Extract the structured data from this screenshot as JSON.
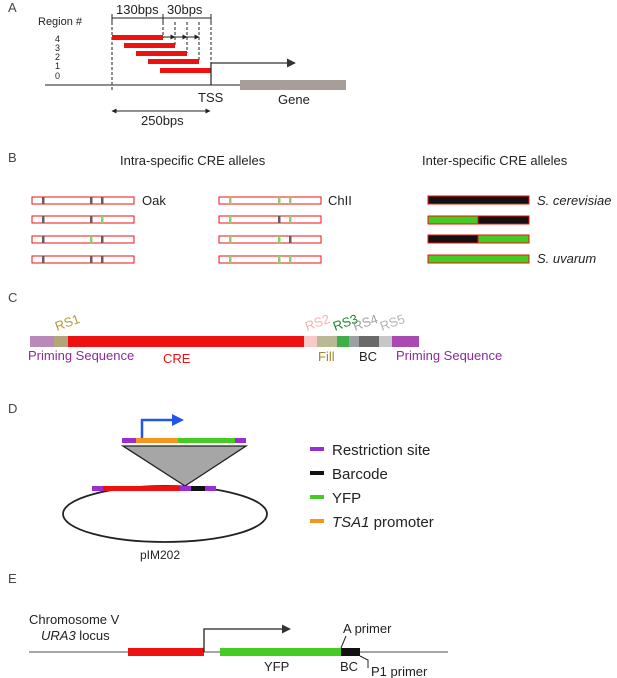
{
  "panels": {
    "a": {
      "letter": "A",
      "region_header": "Region #",
      "regions": [
        "4",
        "3",
        "2",
        "1",
        "0"
      ],
      "len_130": "130bps",
      "len_30": "30bps",
      "len_250": "250bps",
      "tss": "TSS",
      "gene": "Gene"
    },
    "b": {
      "letter": "B",
      "intra_title": "Intra-specific CRE alleles",
      "inter_title": "Inter-specific CRE alleles",
      "oak": "Oak",
      "chii": "ChII",
      "s_cerevisiae": "S. cerevisiae",
      "s_uvarum": "S. uvarum"
    },
    "c": {
      "letter": "C",
      "rs1": "RS1",
      "rs2": "RS2",
      "rs3": "RS3",
      "rs4": "RS4",
      "rs5": "RS5",
      "priming_left": "Priming Sequence",
      "cre": "CRE",
      "fill": "Fill",
      "bc": "BC",
      "priming_right": "Priming Sequence"
    },
    "d": {
      "letter": "D",
      "plasmid": "pIM202",
      "legend": {
        "restriction": "Restriction site",
        "barcode": "Barcode",
        "yfp": "YFP",
        "promoter_name": "TSA1",
        "promoter_suffix": " promoter"
      }
    },
    "e": {
      "letter": "E",
      "chromosome": "Chromosome V",
      "locus_name": "URA3",
      "locus_suffix": " locus",
      "yfp": "YFP",
      "bc": "BC",
      "a_primer": "A primer",
      "p1_primer": "P1 primer"
    }
  },
  "colors": {
    "red": "#ee1111",
    "green": "#44cc22",
    "purple": "#9a2fd0",
    "orange": "#f7941d",
    "blue": "#2255ee",
    "gene_gray": "#a79d99",
    "dark_mark": "#6b5a5e",
    "light_mark": "#8fcf6a"
  }
}
